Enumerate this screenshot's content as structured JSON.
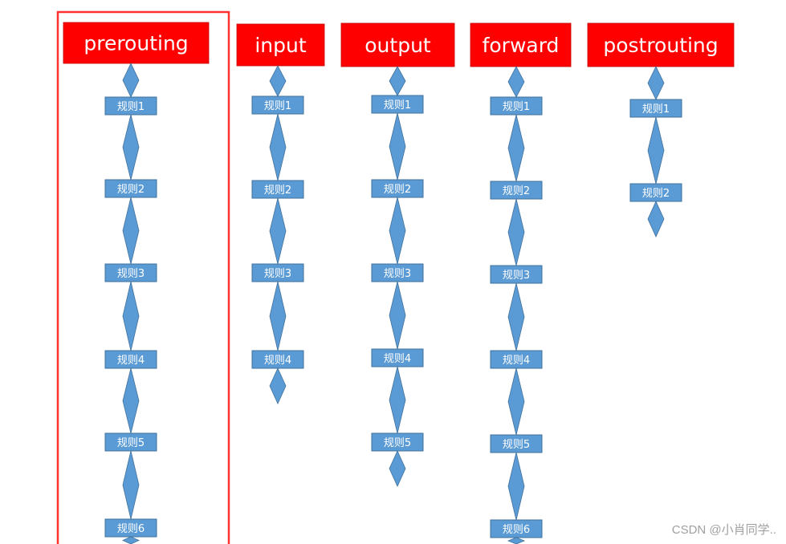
{
  "colors": {
    "header_fill": "#ff0000",
    "header_text": "#ffffff",
    "rule_fill": "#5b9bd5",
    "rule_stroke": "#41719c",
    "rule_text": "#ffffff",
    "highlight_border": "#ff3030"
  },
  "chains": [
    {
      "id": "prerouting",
      "title": "prerouting",
      "rules": [
        "规则1",
        "规则2",
        "规则3",
        "规则4",
        "规则5",
        "规则6"
      ],
      "highlighted": true,
      "ends_with_arrow": false
    },
    {
      "id": "input",
      "title": "input",
      "rules": [
        "规则1",
        "规则2",
        "规则3",
        "规则4"
      ],
      "highlighted": false,
      "ends_with_arrow": true
    },
    {
      "id": "output",
      "title": "output",
      "rules": [
        "规则1",
        "规则2",
        "规则3",
        "规则4",
        "规则5"
      ],
      "highlighted": false,
      "ends_with_arrow": true
    },
    {
      "id": "forward",
      "title": "forward",
      "rules": [
        "规则1",
        "规则2",
        "规则3",
        "规则4",
        "规则5",
        "规则6"
      ],
      "highlighted": false,
      "ends_with_arrow": false
    },
    {
      "id": "postrouting",
      "title": "postrouting",
      "rules": [
        "规则1",
        "规则2"
      ],
      "highlighted": false,
      "ends_with_arrow": true
    }
  ],
  "watermark": "CSDN @小肖同学.."
}
